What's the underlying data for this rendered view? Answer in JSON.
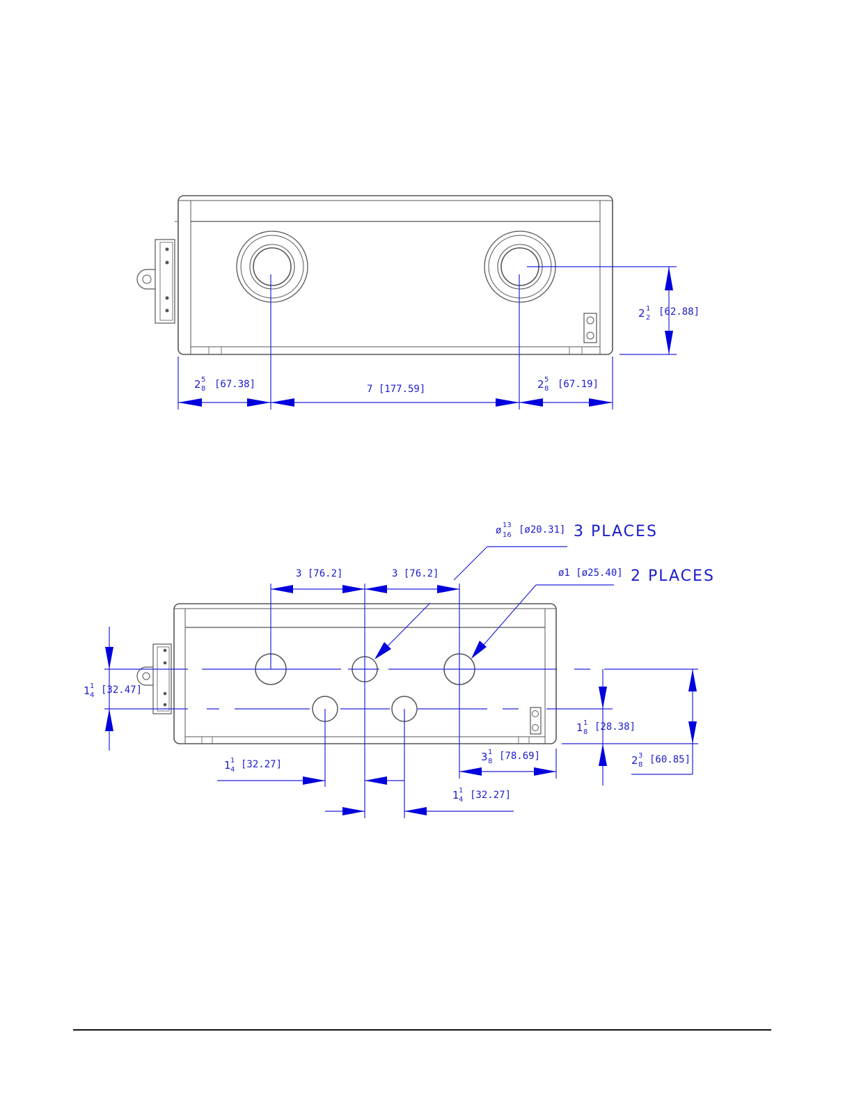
{
  "top_view": {
    "dim_left": {
      "whole": "2",
      "num": "5",
      "den": "8",
      "metric": "[67.38]"
    },
    "dim_center": {
      "text": "7 [177.59]"
    },
    "dim_right": {
      "whole": "2",
      "num": "5",
      "den": "8",
      "metric": "[67.19]"
    },
    "dim_height": {
      "whole": "2",
      "num": "1",
      "den": "2",
      "metric": "[62.88]"
    }
  },
  "bottom_view": {
    "callout_small": {
      "symbol": "ø",
      "num": "13",
      "den": "16",
      "metric": "[ø20.31]",
      "note": "3 PLACES"
    },
    "callout_large": {
      "text": "ø1 [ø25.40]",
      "note": "2 PLACES"
    },
    "dim_spacing_1": {
      "text": "3 [76.2]"
    },
    "dim_spacing_2": {
      "text": "3 [76.2]"
    },
    "dim_left_vert": {
      "whole": "1",
      "num": "1",
      "den": "4",
      "metric": "[32.47]"
    },
    "dim_lower_left": {
      "whole": "1",
      "num": "1",
      "den": "4",
      "metric": "[32.27]"
    },
    "dim_lower_mid": {
      "whole": "1",
      "num": "1",
      "den": "4",
      "metric": "[32.27]"
    },
    "dim_right_edge": {
      "whole": "3",
      "num": "1",
      "den": "8",
      "metric": "[78.69]"
    },
    "dim_lower_vert": {
      "whole": "1",
      "num": "1",
      "den": "8",
      "metric": "[28.38]"
    },
    "dim_total_vert": {
      "whole": "2",
      "num": "3",
      "den": "8",
      "metric": "[60.85]"
    }
  },
  "colors": {
    "dimension": "#1a1acc",
    "outline": "#555555"
  }
}
